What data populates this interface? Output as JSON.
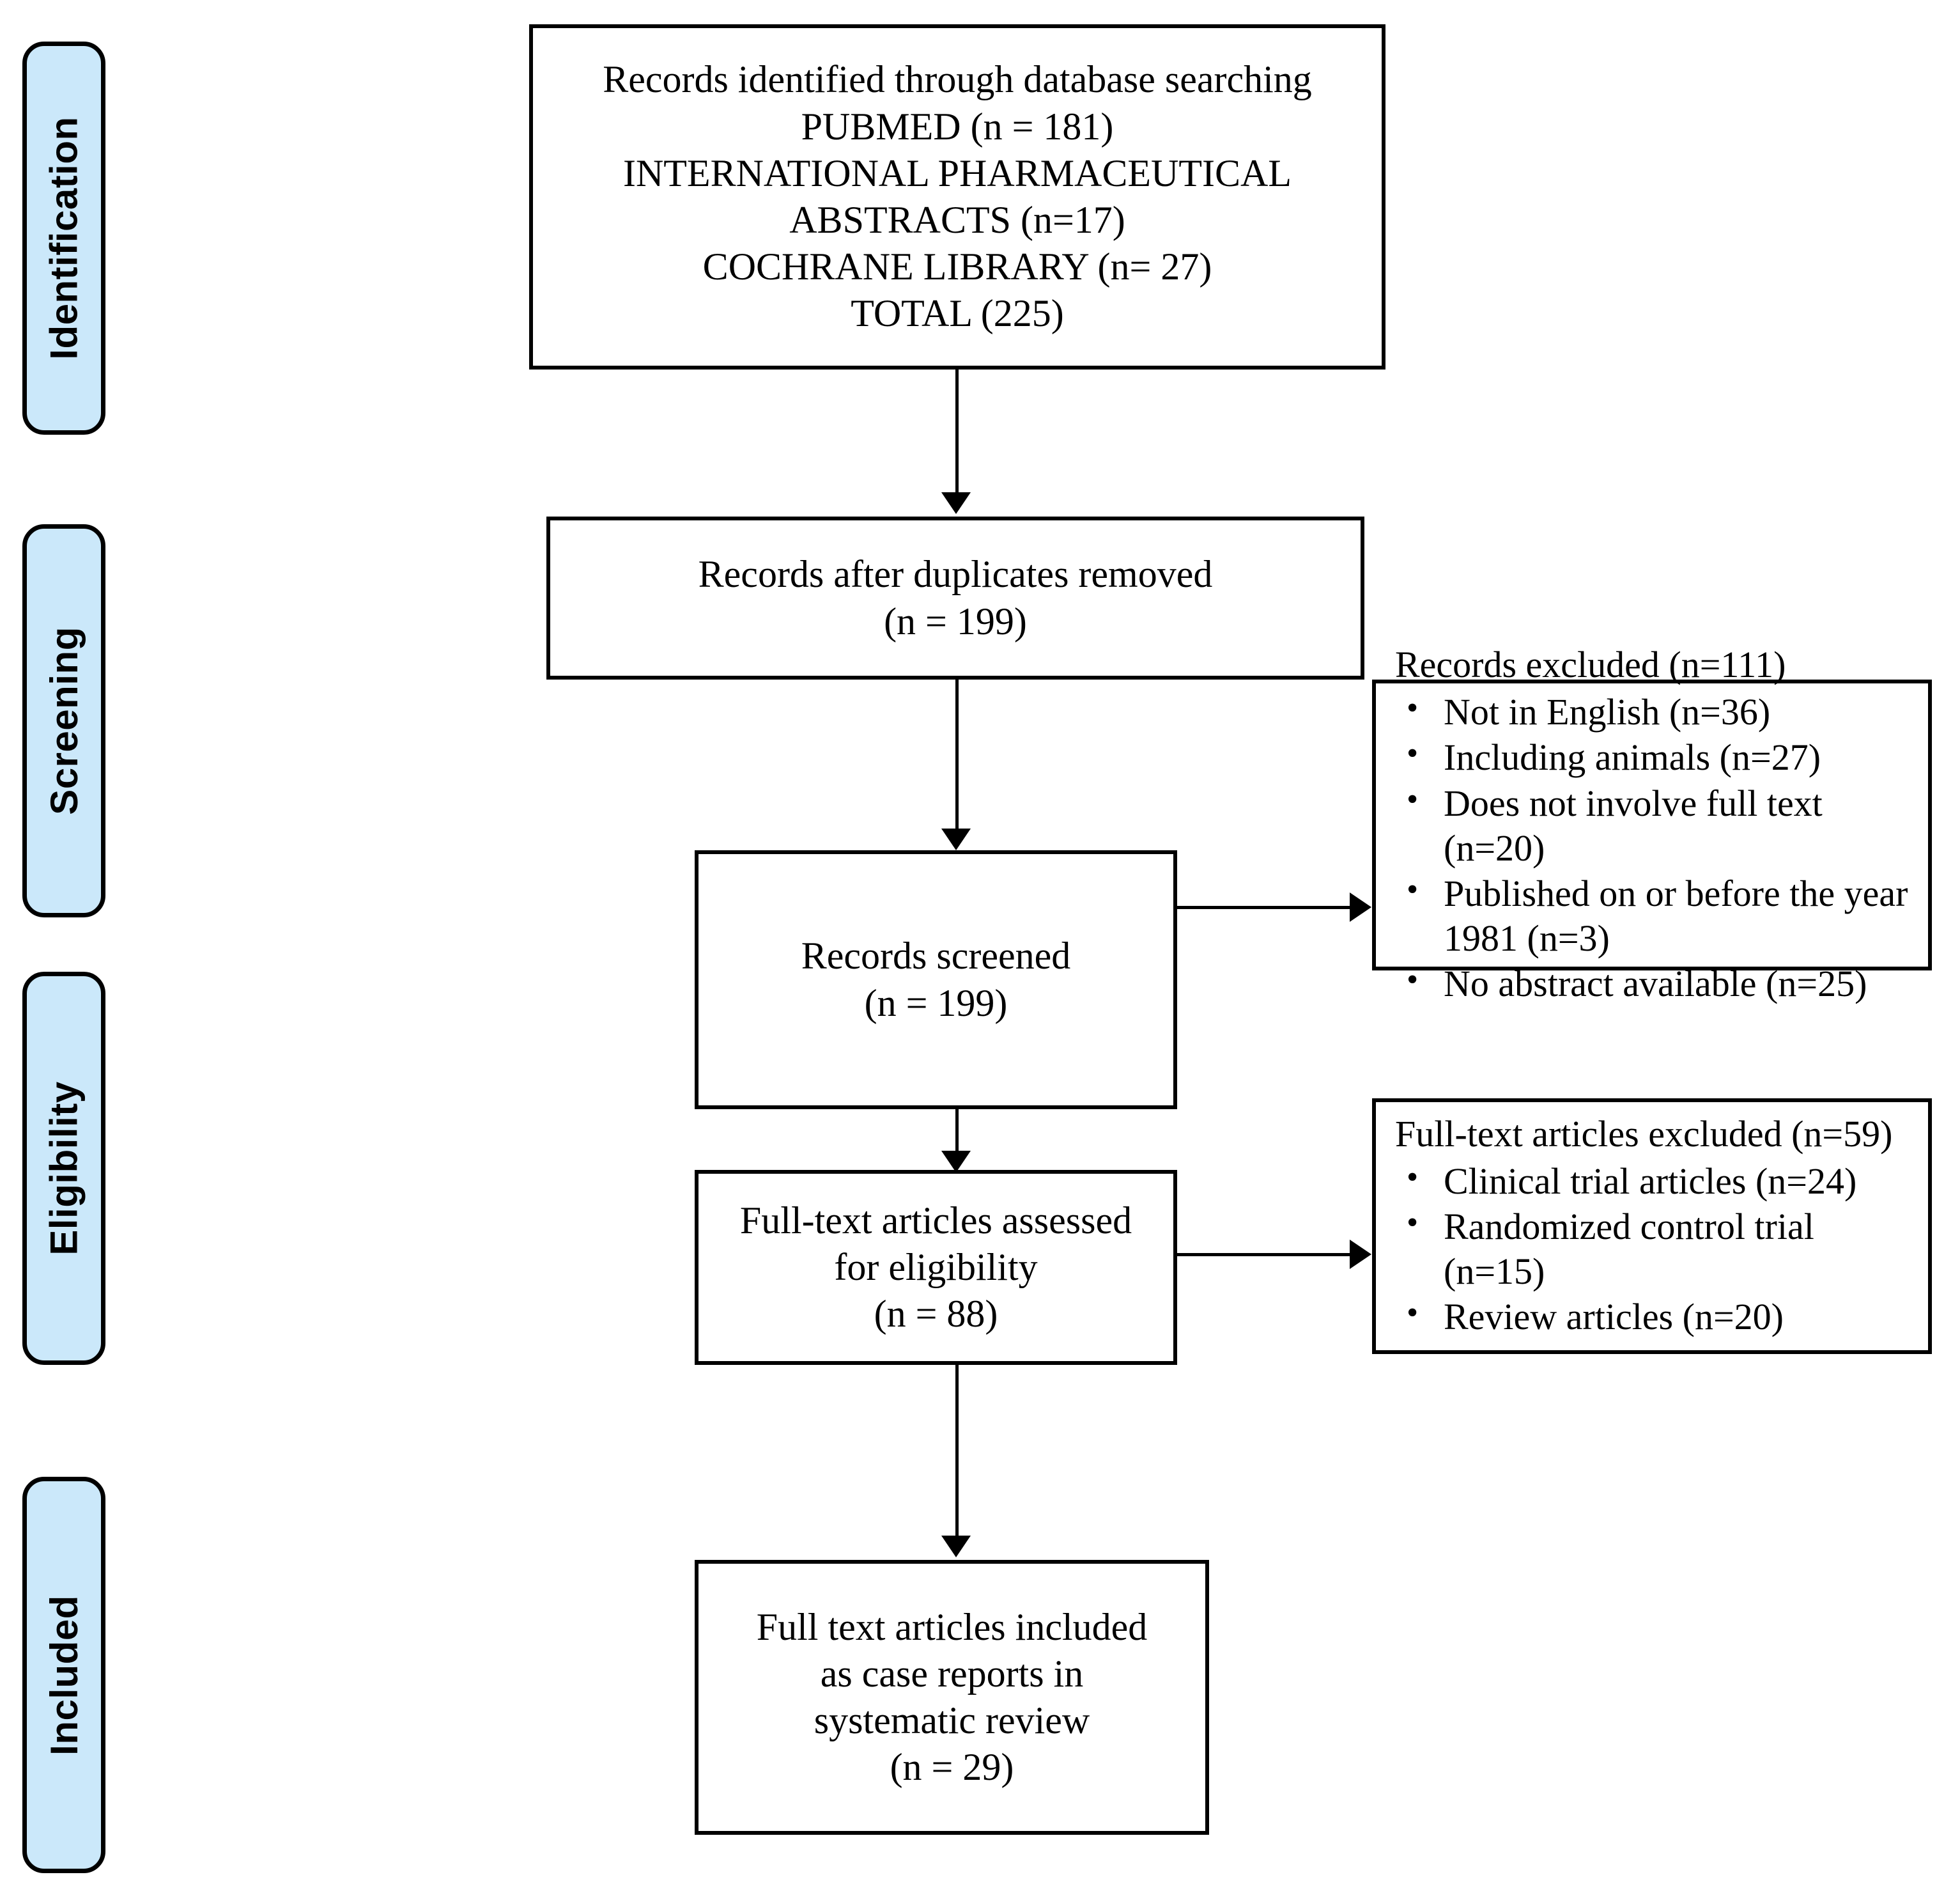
{
  "diagram": {
    "type": "prisma-flow-diagram",
    "stages": [
      {
        "id": "identification",
        "label": "Identification"
      },
      {
        "id": "screening",
        "label": "Screening"
      },
      {
        "id": "eligibility",
        "label": "Eligibility"
      },
      {
        "id": "included",
        "label": "Included"
      }
    ],
    "accent_color": "#cbe8fa",
    "border_color": "#000000",
    "boxes": {
      "identified": {
        "text": "Records identified through database searching\nPUBMED (n = 181)\nINTERNATIONAL PHARMACEUTICAL\nABSTRACTS (n=17)\nCOCHRANE LIBRARY (n= 27)\nTOTAL (225)"
      },
      "duplicates_removed": {
        "text": "Records after duplicates removed\n(n = 199)"
      },
      "screened": {
        "text": "Records screened\n(n = 199)"
      },
      "assessed": {
        "text": "Full-text articles assessed\nfor eligibility\n(n = 88)"
      },
      "included": {
        "text": "Full text articles included\nas case reports in\nsystematic review\n(n = 29)"
      },
      "records_excluded": {
        "title": "Records excluded (n=111)",
        "items": [
          "Not in English (n=36)",
          "Including animals (n=27)",
          "Does not involve full text (n=20)",
          "Published on or before the year 1981 (n=3)",
          "No abstract available (n=25)"
        ]
      },
      "fulltext_excluded": {
        "title": "Full-text articles excluded (n=59)",
        "items": [
          "Clinical trial articles (n=24)",
          "Randomized control trial (n=15)",
          "Review articles (n=20)"
        ]
      }
    },
    "counts": {
      "pubmed": 181,
      "international_pharmaceutical_abstracts": 17,
      "cochrane_library": 27,
      "total_identified": 225,
      "after_duplicates_removed": 199,
      "screened": 199,
      "records_excluded": 111,
      "assessed_for_eligibility": 88,
      "fulltext_excluded": 59,
      "included": 29
    }
  }
}
